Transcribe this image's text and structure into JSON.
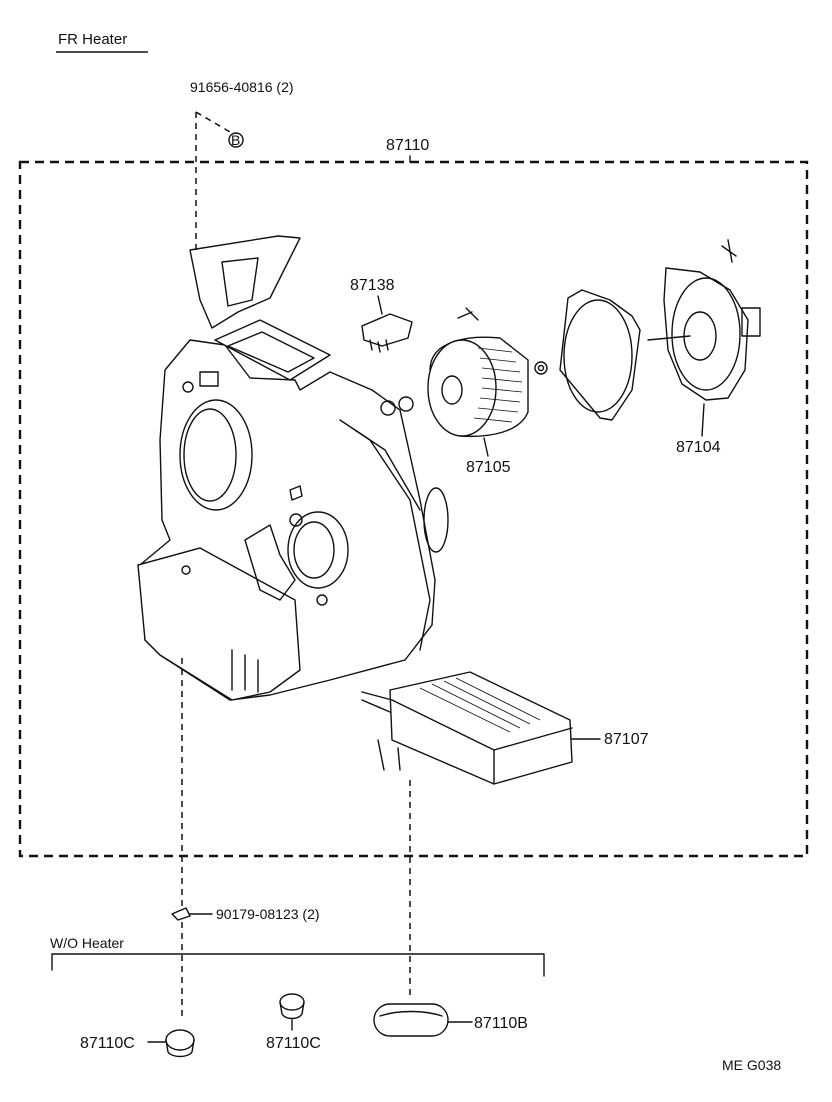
{
  "header": {
    "title": "FR  Heater"
  },
  "section_label": "W/O Heater",
  "assembly_label": "87110",
  "parts": {
    "clip_top": "91656-40816 (2)",
    "clip_marker": "B",
    "resistor": "87138",
    "blower_fan": "87105",
    "blower_motor": "87104",
    "heater_core": "87107",
    "clip_bottom": "90179-08123 (2)",
    "plug_left": "87110C",
    "plug_middle": "87110C",
    "plug_right": "87110B"
  },
  "footer": {
    "code": "ME  G038"
  }
}
